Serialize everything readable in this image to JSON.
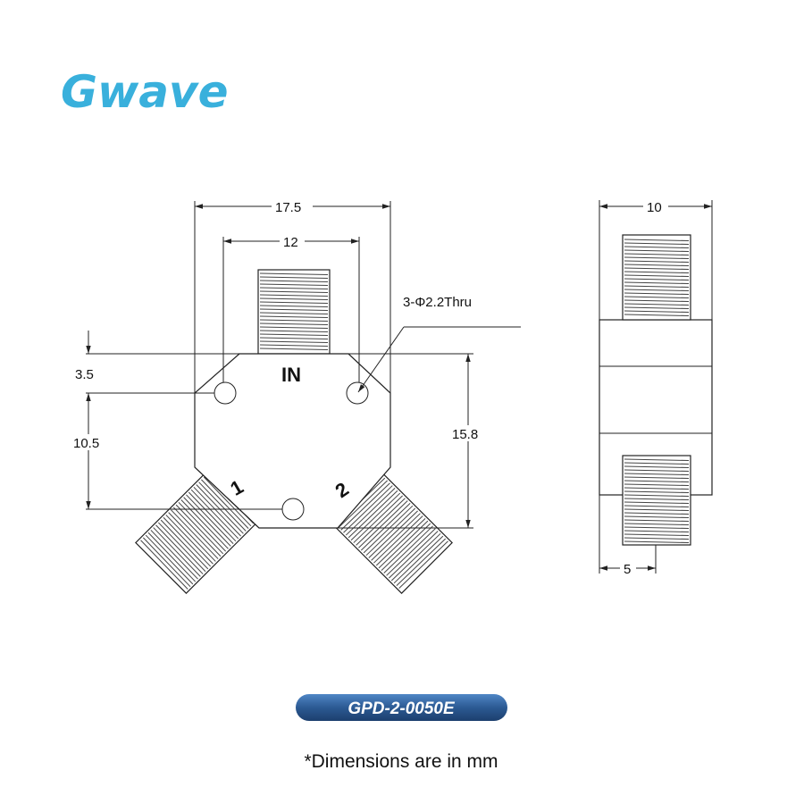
{
  "brand": {
    "logo_text": "Gwave",
    "color": "#39b0dc"
  },
  "front_view": {
    "dim_overall_width": "17.5",
    "dim_hole_spacing": "12",
    "hole_callout": "3-Φ2.2Thru",
    "dim_top_hole": "3.5",
    "dim_hole_vertical": "10.5",
    "dim_height": "15.8",
    "port_in": "IN",
    "port_1": "1",
    "port_2": "2"
  },
  "side_view": {
    "dim_width": "10",
    "dim_offset": "5"
  },
  "model_badge": {
    "label": "GPD-2-0050E",
    "color": "#2f5f9a"
  },
  "footnote": "*Dimensions are in mm"
}
